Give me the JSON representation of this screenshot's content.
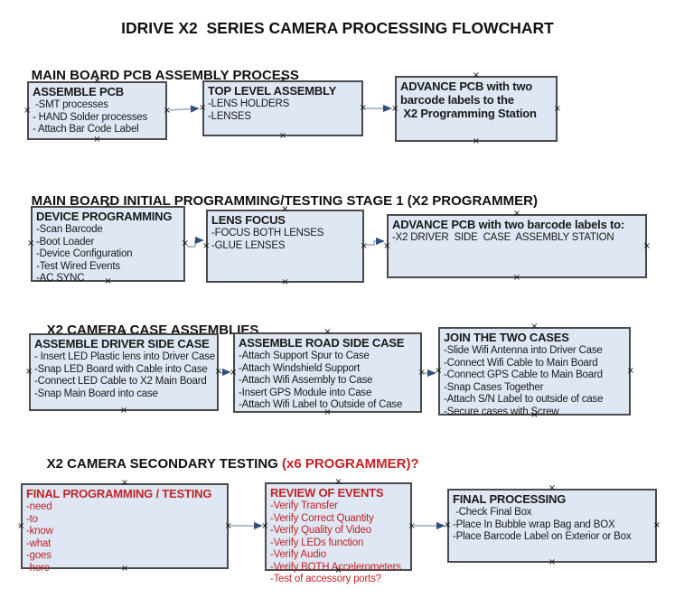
{
  "title": "IDRIVE X2  SERIES CAMERA PROCESSING FLOWCHART",
  "colors": {
    "box_fill": "#dee7f3",
    "box_border": "#4a4a4a",
    "red_text": "#c22326",
    "black_text": "#1a1a1a",
    "arrow_line": "#95a9c7",
    "arrow_head": "#30507f",
    "background": "#ffffff"
  },
  "icons": {
    "anchor_mark": "×"
  },
  "sections": [
    {
      "heading": "MAIN BOARD PCB ASSEMBLY PROCESS",
      "heading_red": "",
      "boxes": [
        {
          "title": "ASSEMBLE PCB",
          "lines": [
            " -SMT processes",
            "- HAND Solder processes",
            "- Attach Bar Code Label"
          ]
        },
        {
          "title": "TOP LEVEL ASSEMBLY",
          "lines": [
            "-LENS HOLDERS",
            "-LENSES"
          ]
        },
        {
          "title": "ADVANCE PCB with two\nbarcode labels to the\n X2 Programming Station",
          "lines": []
        }
      ]
    },
    {
      "heading": "MAIN BOARD INITIAL PROGRAMMING/TESTING STAGE 1 (X2 PROGRAMMER)",
      "heading_red": "",
      "boxes": [
        {
          "title": "DEVICE PROGRAMMING",
          "lines": [
            "-Scan Barcode",
            "-Boot Loader",
            "-Device Configuration",
            "-Test Wired Events",
            "-AC SYNC"
          ]
        },
        {
          "title": "LENS FOCUS",
          "lines": [
            "-FOCUS BOTH LENSES",
            "-GLUE LENSES"
          ]
        },
        {
          "title": "ADVANCE PCB with two barcode labels to:",
          "lines": [
            "-X2 DRIVER  SIDE  CASE  ASSEMBLY STATION"
          ]
        }
      ]
    },
    {
      "heading": "X2 CAMERA CASE ASSEMBLIES",
      "heading_red": "",
      "boxes": [
        {
          "title": "ASSEMBLE DRIVER SIDE CASE",
          "lines": [
            "- Insert LED Plastic lens into Driver Case",
            "-Snap LED Board with Cable into Case",
            "-Connect LED Cable to X2 Main Board",
            "-Snap Main Board into case"
          ]
        },
        {
          "title": "ASSEMBLE ROAD SIDE CASE",
          "lines": [
            "-Attach Support Spur to Case",
            "-Attach Windshield Support",
            "-Attach Wifi Assembly to Case",
            "-Insert GPS Module into Case",
            "-Attach Wifi Label to Outside of Case"
          ]
        },
        {
          "title": "JOIN THE TWO CASES",
          "lines": [
            "-Slide Wifi Antenna into Driver Case",
            "-Connect Wifi Cable to Main Board",
            "-Connect GPS Cable to Main Board",
            "-Snap Cases Together",
            "-Attach S/N Label to outside of case",
            "-Secure cases with Screw"
          ]
        }
      ]
    },
    {
      "heading": "X2 CAMERA SECONDARY TESTING ",
      "heading_red": "(x6 PROGRAMMER)?",
      "boxes": [
        {
          "title": "FINAL PROGRAMMING / TESTING",
          "lines": [
            "-need",
            "-to",
            "-know",
            "-what",
            "-goes",
            "-here"
          ]
        },
        {
          "title": "REVIEW OF EVENTS",
          "lines": [
            "-Verify Transfer",
            "-Verify Correct Quantity",
            "-Verify Quality of Video",
            "-Verify LEDs function",
            "-Verify Audio",
            "-Verify BOTH Accelerometers",
            "-Test of accessory ports?"
          ]
        },
        {
          "title": "FINAL PROCESSING",
          "lines": [
            " -Check Final Box",
            "-Place In Bubble wrap Bag and BOX",
            "-Place Barcode Label on Exterior or Box"
          ]
        }
      ]
    }
  ]
}
